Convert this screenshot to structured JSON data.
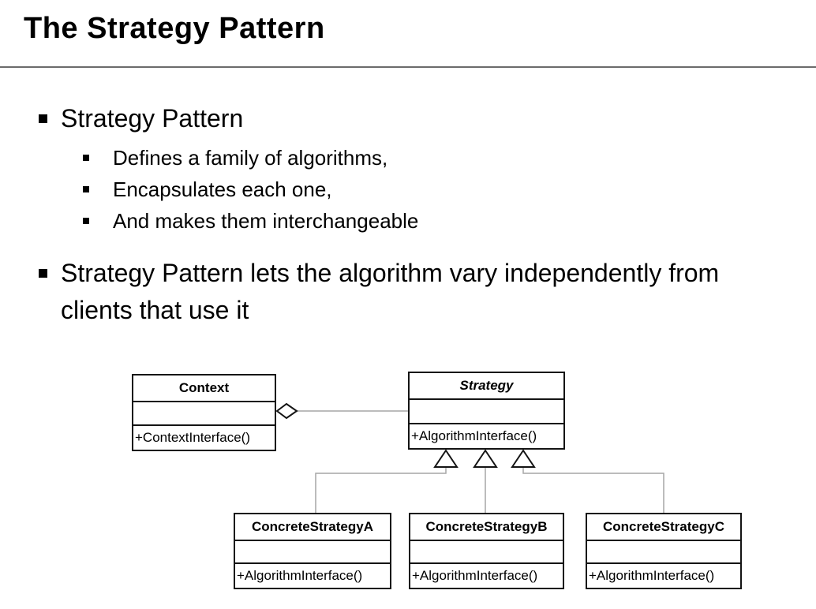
{
  "slide": {
    "title": "The Strategy Pattern",
    "background_color": "#ffffff",
    "text_color": "#000000",
    "rule_color": "#6b6b6b"
  },
  "bullets": {
    "level1_item1": "Strategy Pattern",
    "sub_items": [
      "Defines a family of algorithms,",
      "Encapsulates each one,",
      "And makes them interchangeable"
    ],
    "level1_item2": "Strategy Pattern lets the algorithm vary independently from clients that use it",
    "bullet_style": "square"
  },
  "diagram": {
    "type": "uml-class-diagram",
    "box_border_color": "#141414",
    "connector_color": "#a6a6a6",
    "classes": [
      {
        "name": "Context",
        "name_style": "bold",
        "method": "+ContextInterface()"
      },
      {
        "name": "Strategy",
        "name_style": "bold-italic",
        "method": "+AlgorithmInterface()"
      },
      {
        "name": "ConcreteStrategyA",
        "name_style": "bold",
        "method": "+AlgorithmInterface()"
      },
      {
        "name": "ConcreteStrategyB",
        "name_style": "bold",
        "method": "+AlgorithmInterface()"
      },
      {
        "name": "ConcreteStrategyC",
        "name_style": "bold",
        "method": "+AlgorithmInterface()"
      }
    ],
    "relationships": [
      {
        "type": "aggregation",
        "from": "Context",
        "to": "Strategy",
        "marker": "hollow-diamond"
      },
      {
        "type": "generalization",
        "from": "ConcreteStrategyA",
        "to": "Strategy",
        "marker": "hollow-triangle"
      },
      {
        "type": "generalization",
        "from": "ConcreteStrategyB",
        "to": "Strategy",
        "marker": "hollow-triangle"
      },
      {
        "type": "generalization",
        "from": "ConcreteStrategyC",
        "to": "Strategy",
        "marker": "hollow-triangle"
      }
    ]
  }
}
